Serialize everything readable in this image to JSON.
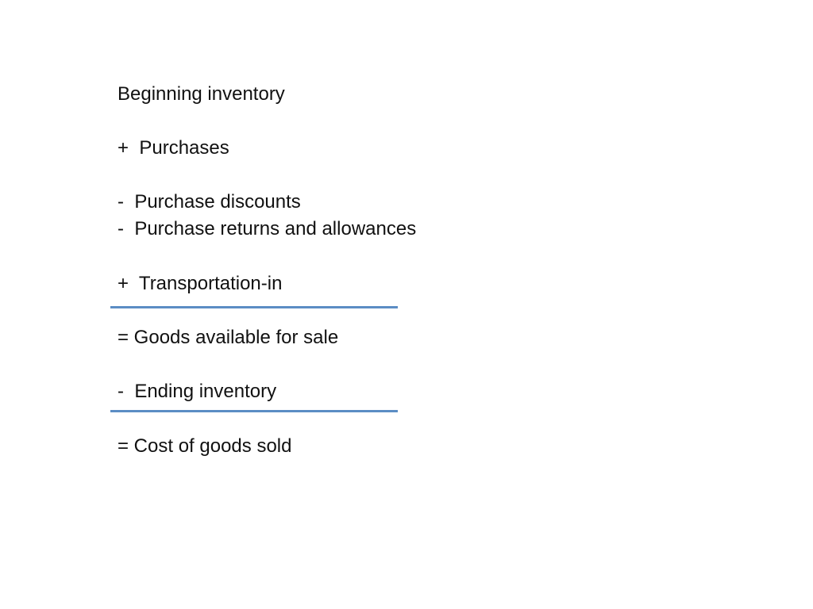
{
  "slide": {
    "lines": {
      "beginning_inventory": "Beginning inventory",
      "purchases": "+  Purchases",
      "purchase_discounts": "-  Purchase discounts",
      "purchase_returns": "-  Purchase returns and allowances",
      "transportation_in": "+  Transportation-in",
      "goods_available": "= Goods available for sale",
      "ending_inventory": "-  Ending inventory",
      "cost_of_goods_sold": "= Cost of goods sold"
    },
    "rule_color": "#5b8dc4"
  }
}
